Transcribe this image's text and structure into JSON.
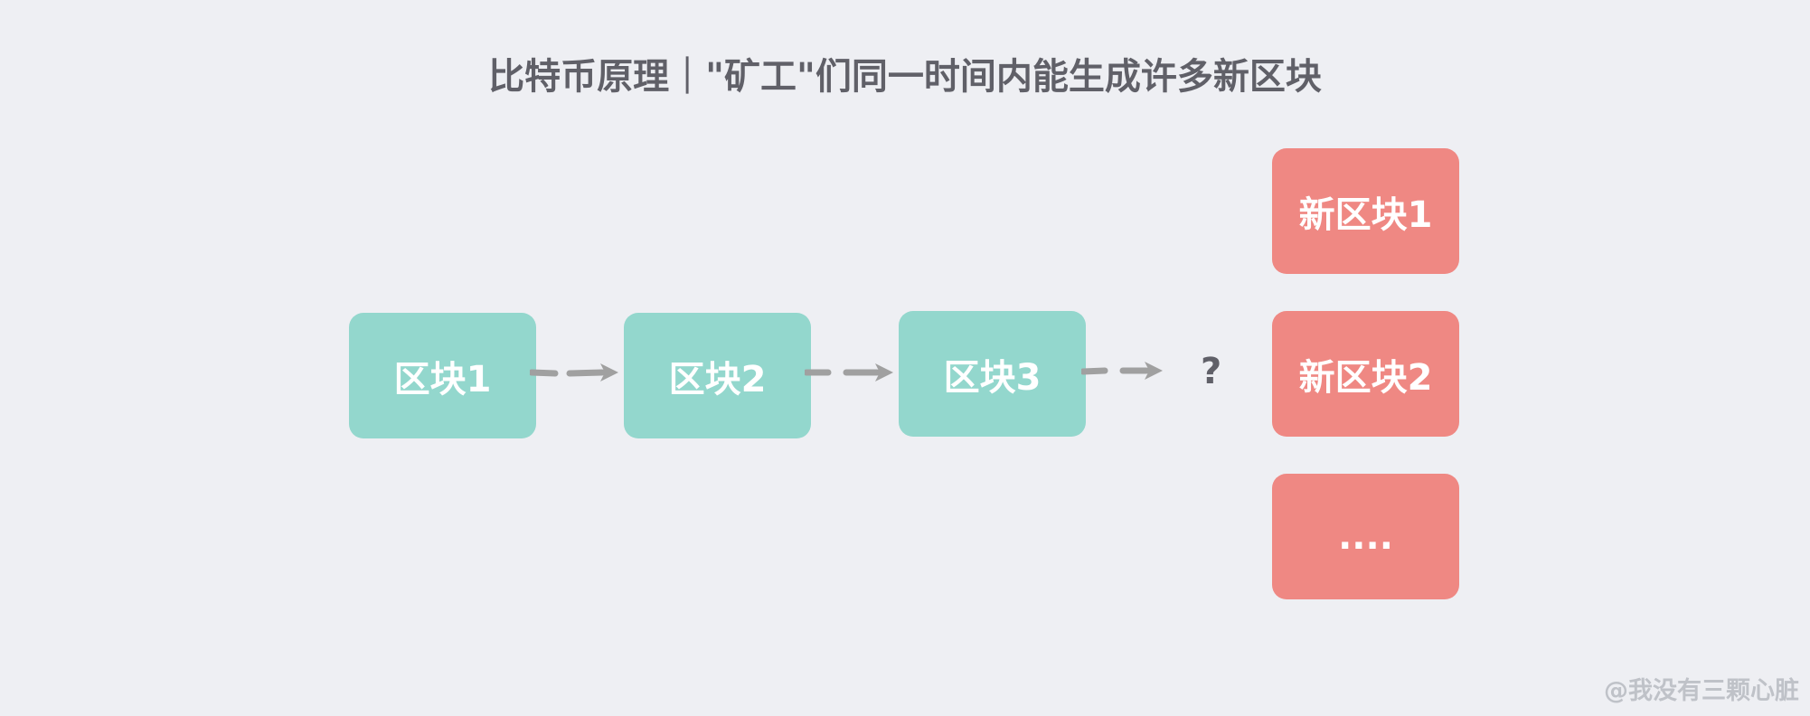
{
  "title": "比特币原理｜\"矿工\"们同一时间内能生成许多新区块",
  "chain": [
    {
      "label": "区块1"
    },
    {
      "label": "区块2"
    },
    {
      "label": "区块3"
    }
  ],
  "question": "?",
  "new_blocks": [
    {
      "label": "新区块1"
    },
    {
      "label": "新区块2"
    },
    {
      "label": "...."
    }
  ],
  "watermark": "@我没有三颗心脏",
  "colors": {
    "chain": "#93d7cd",
    "new": "#ef8883",
    "arrow": "#a0a0a0",
    "background": "#eeeff3"
  }
}
